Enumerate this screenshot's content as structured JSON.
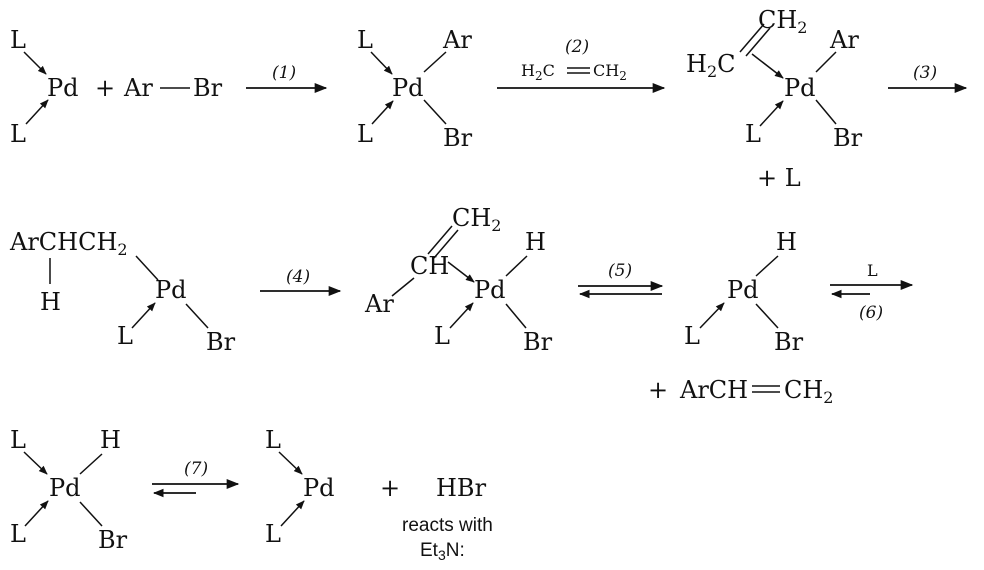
{
  "symbols": {
    "L": "L",
    "Pd": "Pd",
    "Ar": "Ar",
    "Br": "Br",
    "H": "H",
    "plus": "+",
    "H2C": "H",
    "H2C_2": "2",
    "H2C_C": "C",
    "CH2_C": "CH",
    "CH2_2": "2",
    "CH": "CH",
    "plus_L": "+ L",
    "ArCHCH2": "ArCHCH",
    "ArCH": "ArCH",
    "HBr": "HBr"
  },
  "steps": {
    "s1": "(1)",
    "s2": "(2)",
    "s3": "(3)",
    "s4": "(4)",
    "s5": "(5)",
    "s6": "(6)",
    "s7": "(7)",
    "s6_reagent": "L"
  },
  "notes": {
    "reacts_with": "reacts with",
    "et3n_a": "Et",
    "et3n_b": "3",
    "et3n_c": "N:"
  }
}
